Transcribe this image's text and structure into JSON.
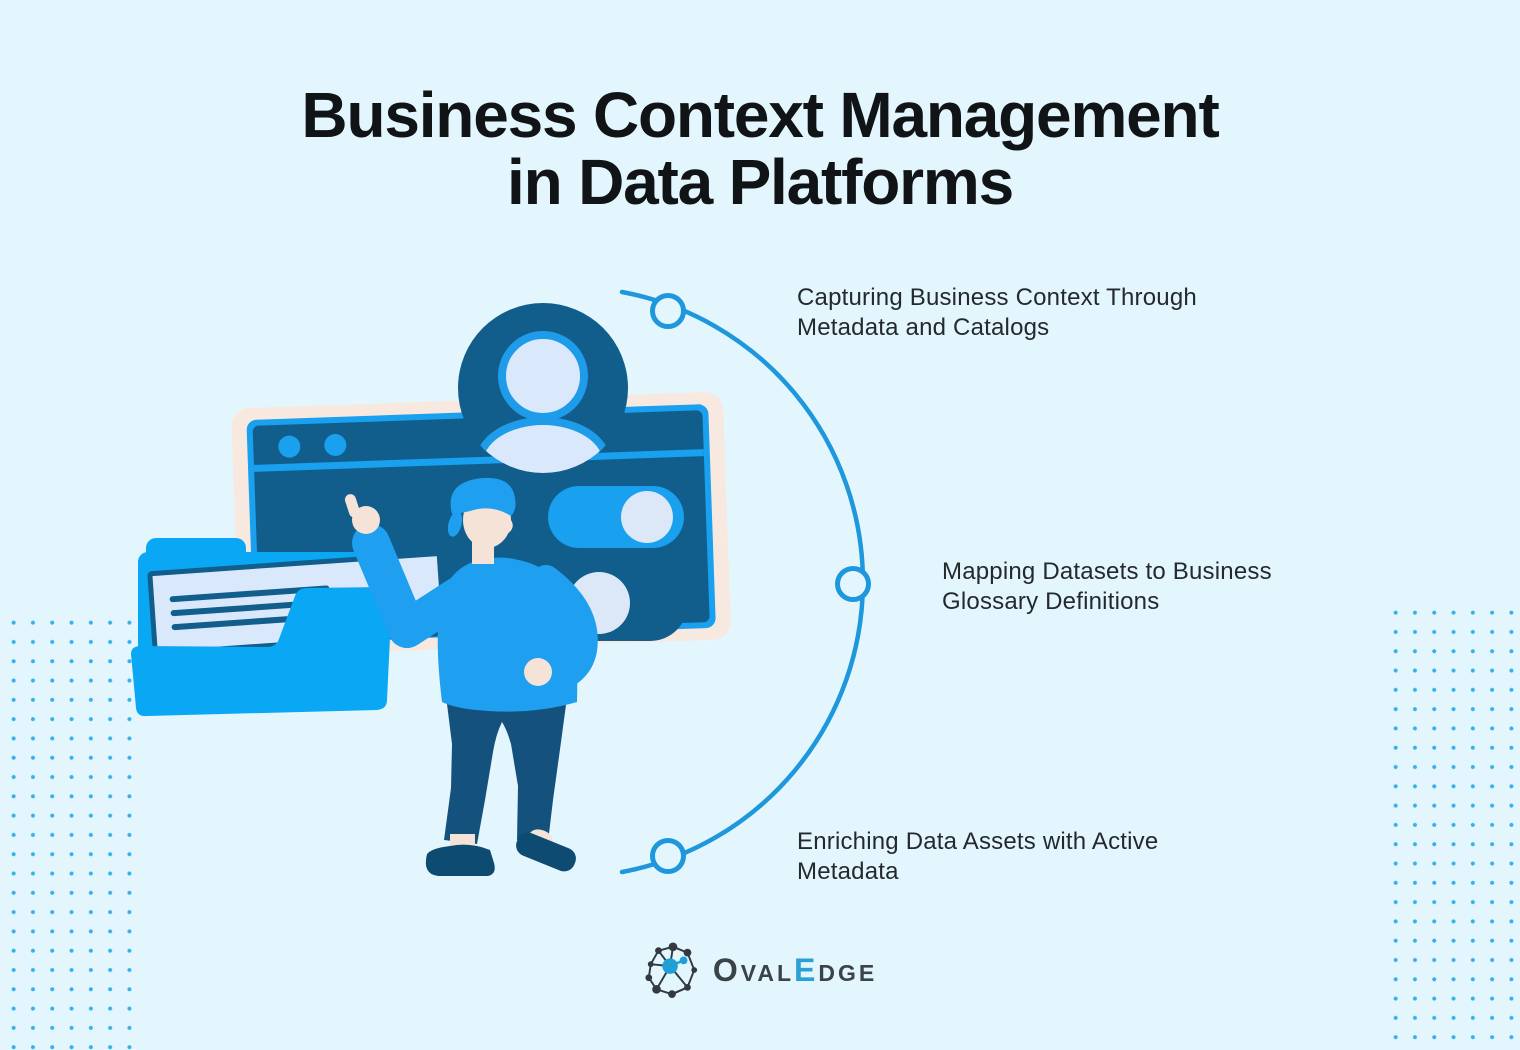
{
  "title": {
    "line1": "Business Context Management",
    "line2": "in Data Platforms"
  },
  "steps": [
    {
      "label": "Capturing Business Context Through Metadata and Catalogs"
    },
    {
      "label": "Mapping Datasets to Business Glossary Definitions"
    },
    {
      "label": "Enriching Data Assets with Active Metadata"
    }
  ],
  "logo": {
    "word1": "Oval",
    "word2": "Edge"
  },
  "colors": {
    "background": "#E4F6FD",
    "bright_blue": "#1E9FEF",
    "folder_blue": "#0AA7F5",
    "dark_blue": "#115D8C",
    "arc_blue": "#1E97DC",
    "pale_blue": "#D9E9FB",
    "cream": "#F7E9DF",
    "skin": "#F5E3D7",
    "title_text": "#101416",
    "label_text": "#24292E",
    "logo_gray": "#3B4248",
    "logo_blue": "#2BA0D4",
    "dot_blue": "#29ACEE"
  },
  "illustration_icons": [
    "connector-arc",
    "step-node",
    "browser-window-icon",
    "user-avatar-icon",
    "toggle-on-icon",
    "toggle-off-icon",
    "folder-icon",
    "presenter-person-icon",
    "network-graph-logo-icon"
  ]
}
